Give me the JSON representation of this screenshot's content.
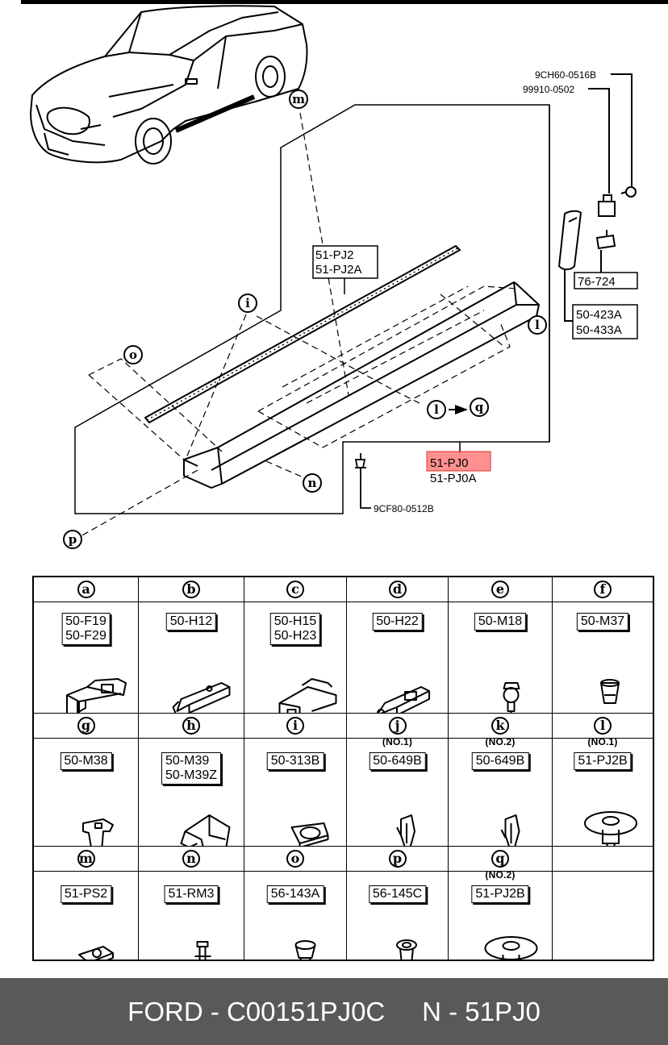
{
  "footer": {
    "text": "FORD - C00151PJ0C     N - 51PJ0"
  },
  "diagram": {
    "callouts": {
      "m": "m",
      "i": "i",
      "o": "o",
      "l": "l",
      "l2": "l",
      "q": "q",
      "n": "n",
      "p": "p"
    },
    "part_numbers": {
      "pn_51pj2": "51-PJ2",
      "pn_51pj2a": "51-PJ2A",
      "pn_9ch60": "9CH60-0516B",
      "pn_99910": "99910-0502",
      "pn_76724": "76-724",
      "pn_50423a": "50-423A",
      "pn_50433a": "50-433A",
      "pn_51pj0": "51-PJ0",
      "pn_51pj0a": "51-PJ0A",
      "pn_9cf80": "9CF80-0512B"
    },
    "highlight_color": "#ff6b6b"
  },
  "parts": [
    {
      "letter": "a",
      "note": "",
      "numbers": [
        "50-F19",
        "50-F29"
      ]
    },
    {
      "letter": "b",
      "note": "",
      "numbers": [
        "50-H12"
      ]
    },
    {
      "letter": "c",
      "note": "",
      "numbers": [
        "50-H15",
        "50-H23"
      ]
    },
    {
      "letter": "d",
      "note": "",
      "numbers": [
        "50-H22"
      ]
    },
    {
      "letter": "e",
      "note": "",
      "numbers": [
        "50-M18"
      ]
    },
    {
      "letter": "f",
      "note": "",
      "numbers": [
        "50-M37"
      ]
    },
    {
      "letter": "g",
      "note": "",
      "numbers": [
        "50-M38"
      ]
    },
    {
      "letter": "h",
      "note": "",
      "numbers": [
        "50-M39",
        "50-M39Z"
      ]
    },
    {
      "letter": "i",
      "note": "",
      "numbers": [
        "50-313B"
      ]
    },
    {
      "letter": "j",
      "note": "(NO.1)",
      "numbers": [
        "50-649B"
      ]
    },
    {
      "letter": "k",
      "note": "(NO.2)",
      "numbers": [
        "50-649B"
      ]
    },
    {
      "letter": "l",
      "note": "(NO.1)",
      "numbers": [
        "51-PJ2B"
      ]
    },
    {
      "letter": "m",
      "note": "",
      "numbers": [
        "51-PS2"
      ]
    },
    {
      "letter": "n",
      "note": "",
      "numbers": [
        "51-RM3"
      ]
    },
    {
      "letter": "o",
      "note": "",
      "numbers": [
        "56-143A"
      ]
    },
    {
      "letter": "p",
      "note": "",
      "numbers": [
        "56-145C"
      ]
    },
    {
      "letter": "q",
      "note": "(NO.2)",
      "numbers": [
        "51-PJ2B"
      ]
    },
    {
      "letter": "",
      "note": "",
      "numbers": []
    }
  ]
}
